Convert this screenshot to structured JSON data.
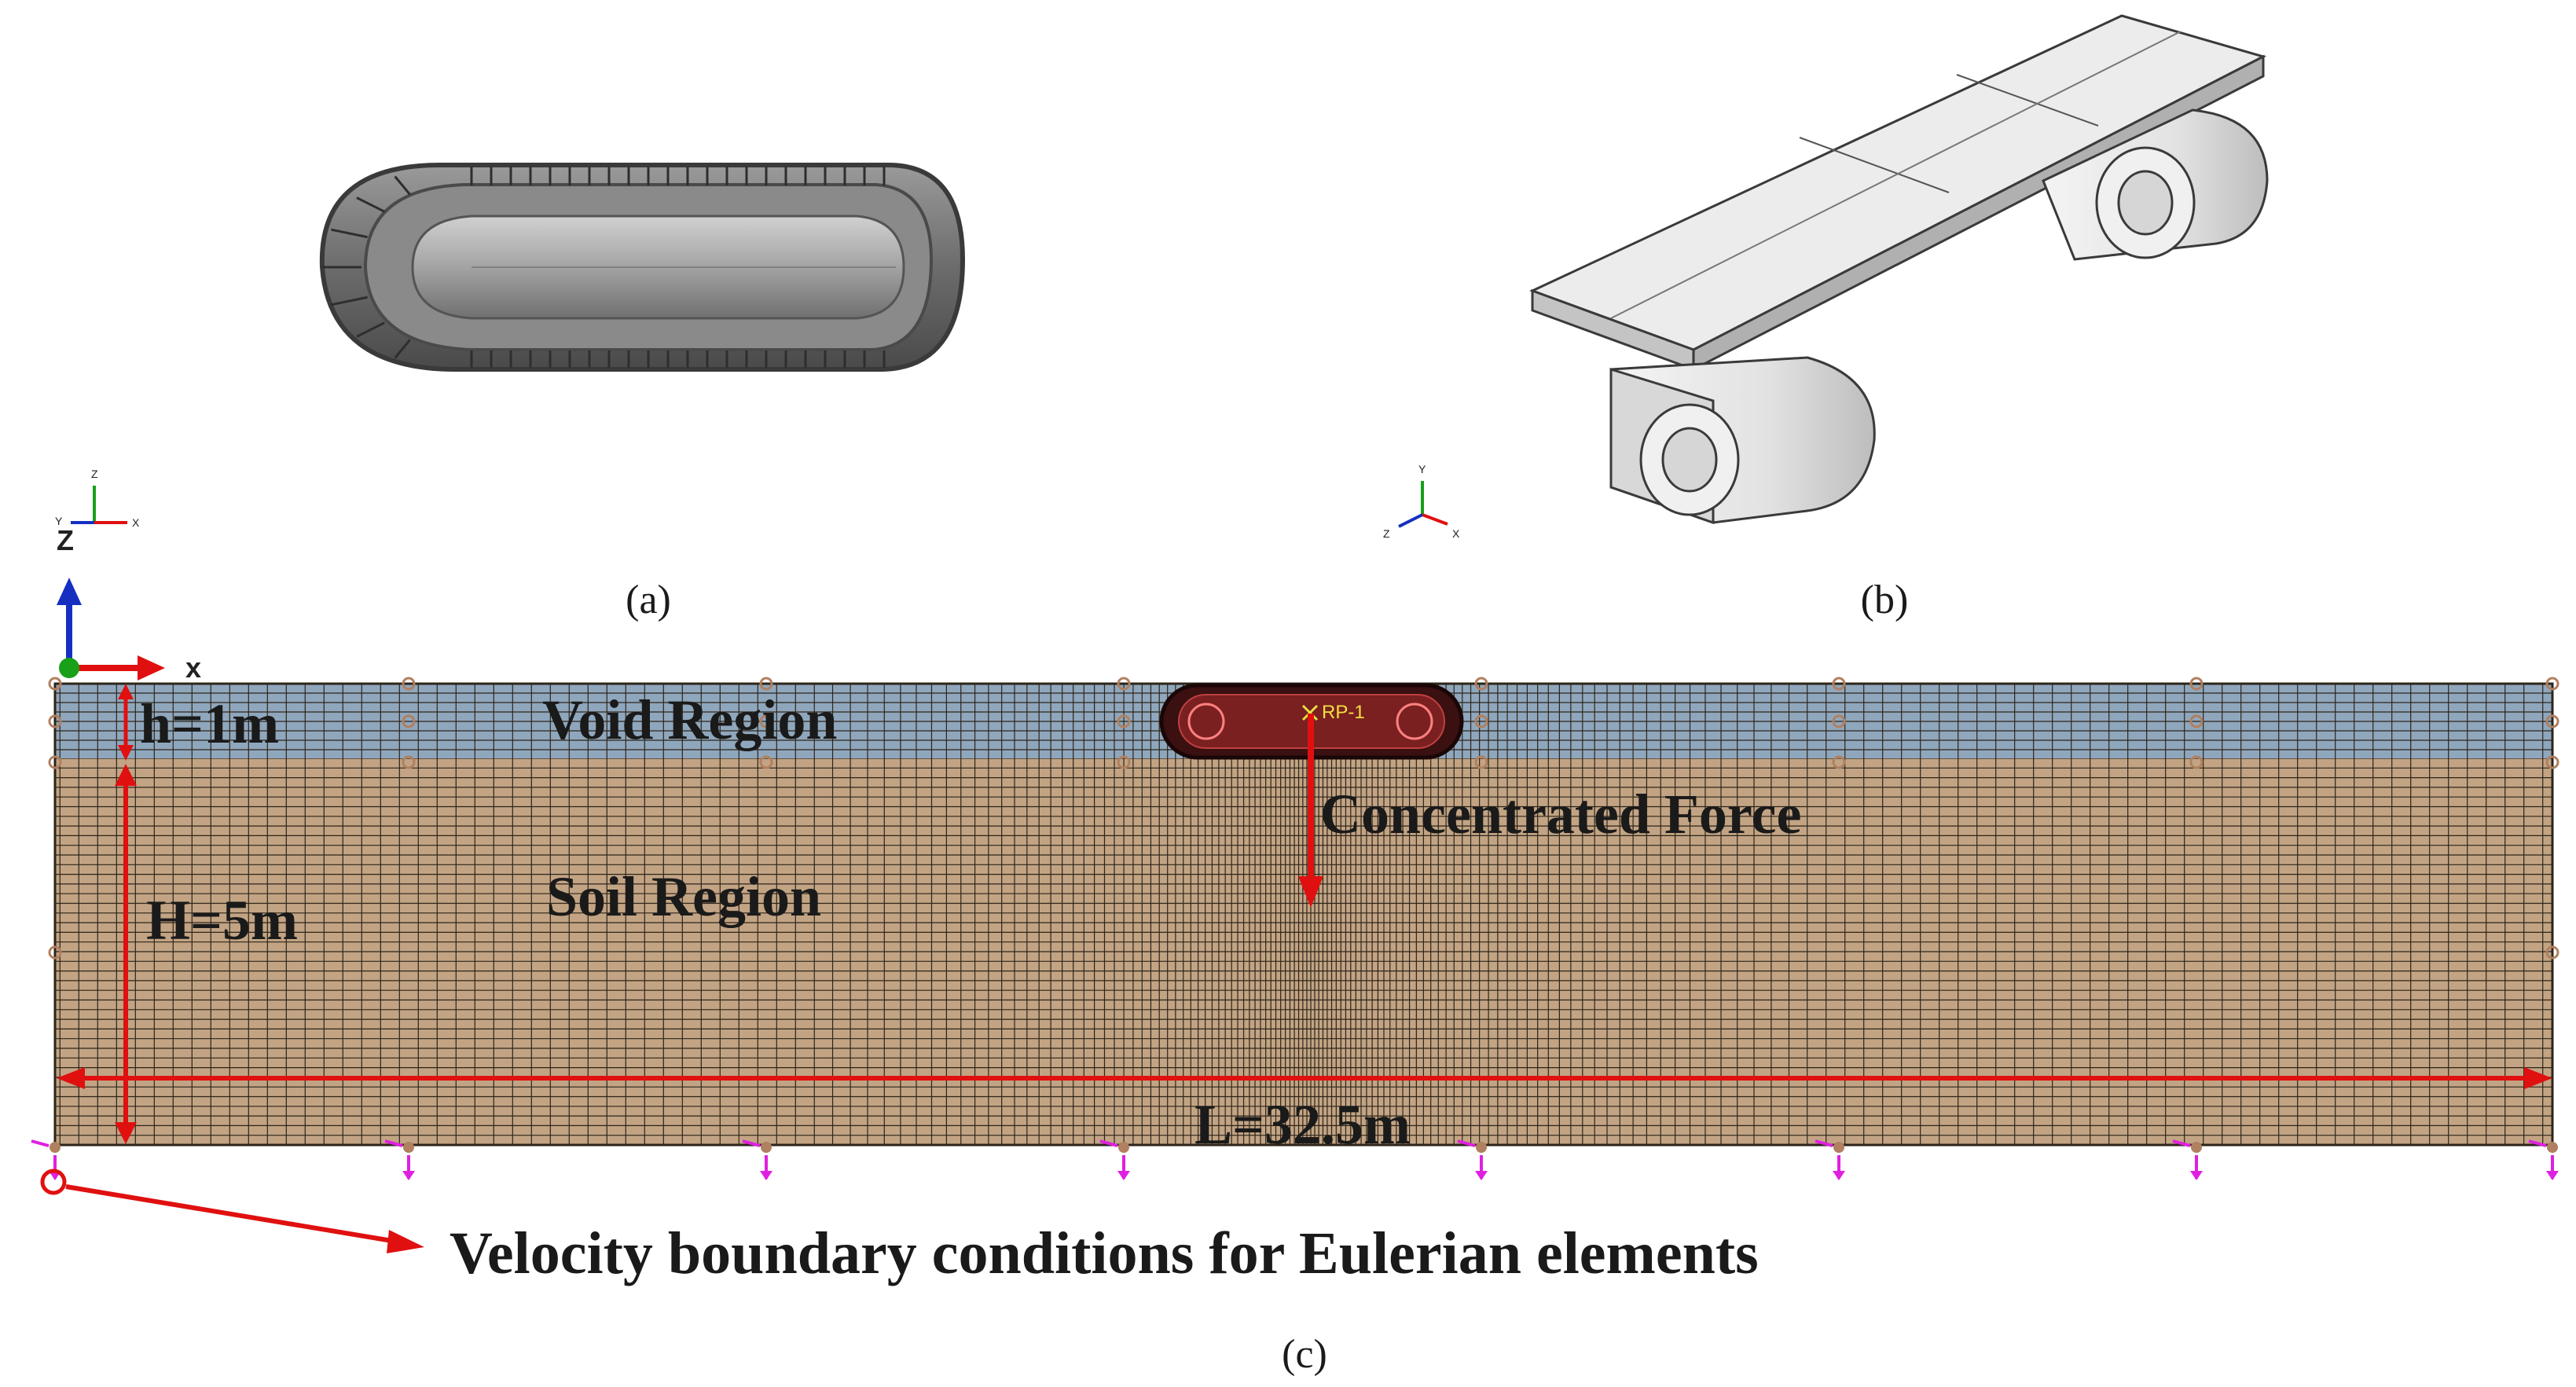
{
  "panels": {
    "a": {
      "caption": "(a)"
    },
    "b": {
      "caption": "(b)"
    },
    "c": {
      "caption": "(c)"
    }
  },
  "triads": {
    "a": {
      "z": "Z",
      "y": "Y",
      "x": "X"
    },
    "b": {
      "y": "Y",
      "z": "Z",
      "x": "X"
    }
  },
  "axes_c": {
    "z": "Z",
    "x": "x"
  },
  "regions": {
    "void": "Void Region",
    "soil": "Soil Region"
  },
  "dimensions": {
    "void_height": "h=1m",
    "soil_height": "H=5m",
    "length": "L=32.5m"
  },
  "annotations": {
    "reference_point": "RP-1",
    "force": "Concentrated Force",
    "boundary": "Velocity boundary conditions for Eulerian elements"
  },
  "colors": {
    "void_fill": "#8fa7bd",
    "soil_fill": "#c2a484",
    "mesh_line": "#2d2419",
    "arrow_red": "#e01010",
    "axis_blue": "#1530c0",
    "axis_green": "#18a018",
    "bc_symbol": "#b08060",
    "bc_magenta": "#e020e0"
  }
}
